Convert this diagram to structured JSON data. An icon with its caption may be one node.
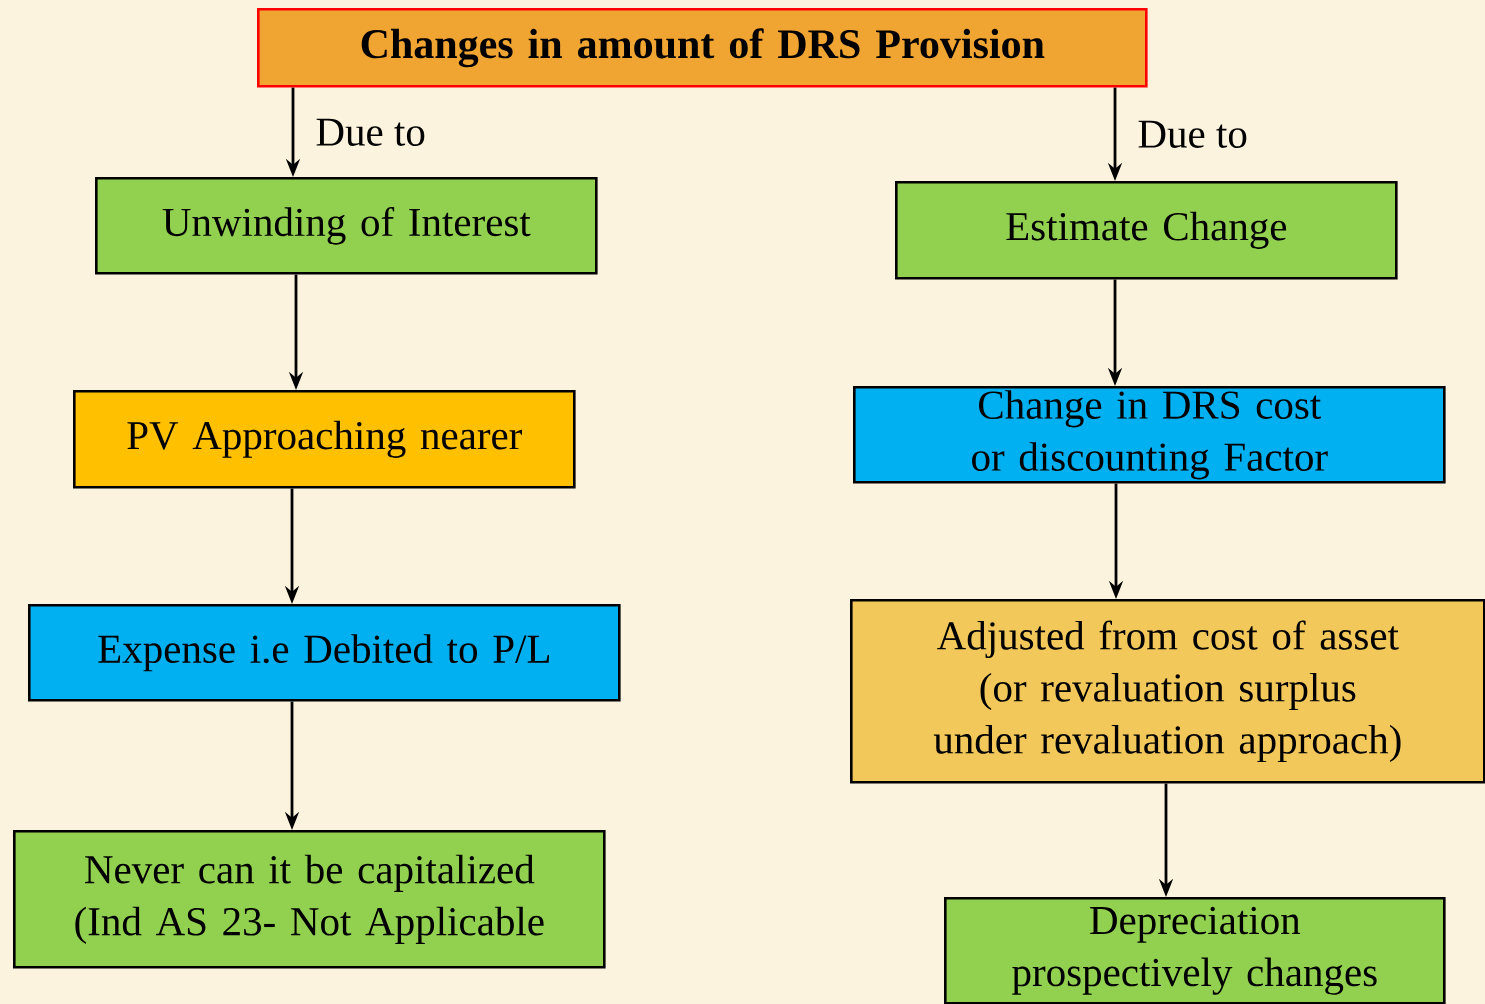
{
  "diagram": {
    "nodes": [
      {
        "text": [
          "Changes in amount of DRS Provision"
        ]
      },
      {
        "text": [
          "Unwinding of Interest"
        ]
      },
      {
        "text": [
          "PV Approaching nearer"
        ]
      },
      {
        "text": [
          "Expense i.e Debited to P/L"
        ]
      },
      {
        "text": [
          "Never can it be capitalized (Ind AS 23- Not Applicable"
        ]
      },
      {
        "text": [
          "Estimate Change"
        ]
      },
      {
        "text": [
          "Change in DRS cost or discounting Factor"
        ]
      },
      {
        "text": [
          "Adjusted from cost of asset (or revaluation surplus under revaluation approach)"
        ]
      },
      {
        "text": [
          "Depreciation prospectively changes"
        ]
      }
    ],
    "edges": [
      {
        "from": 0,
        "to": 1,
        "arrow": "to",
        "label": "Due to"
      },
      {
        "from": 1,
        "to": 2,
        "arrow": "to"
      },
      {
        "from": 2,
        "to": 3,
        "arrow": "to"
      },
      {
        "from": 3,
        "to": 4,
        "arrow": "to"
      },
      {
        "from": 0,
        "to": 5,
        "arrow": "to",
        "label": "Due to"
      },
      {
        "from": 5,
        "to": 6,
        "arrow": "to"
      },
      {
        "from": 6,
        "to": 7,
        "arrow": "to"
      },
      {
        "from": 7,
        "to": 8,
        "arrow": "to"
      }
    ]
  }
}
